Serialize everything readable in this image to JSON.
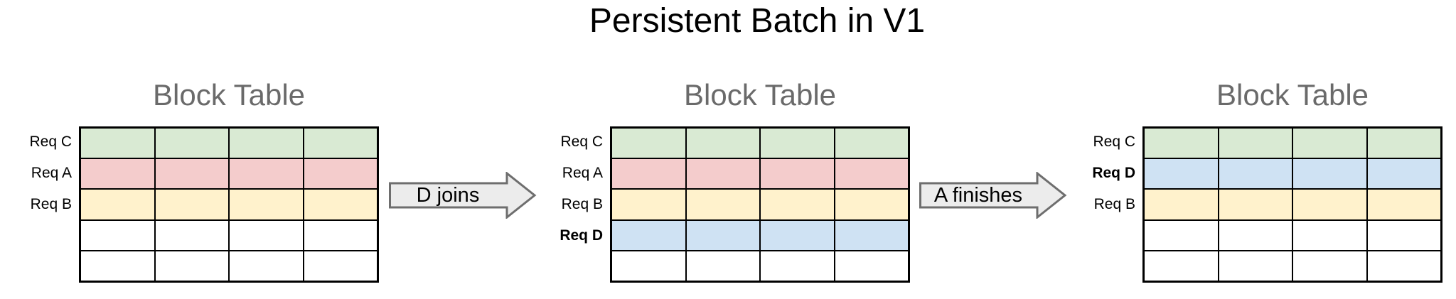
{
  "title": "Persistent Batch in V1",
  "tables": [
    {
      "title": "Block Table",
      "columns": 4,
      "rows": [
        {
          "label": "Req C",
          "bold": false,
          "color": "green"
        },
        {
          "label": "Req A",
          "bold": false,
          "color": "pink"
        },
        {
          "label": "Req B",
          "bold": false,
          "color": "yellow"
        },
        {
          "label": "",
          "bold": false,
          "color": "white"
        },
        {
          "label": "",
          "bold": false,
          "color": "white"
        }
      ]
    },
    {
      "title": "Block Table",
      "columns": 4,
      "rows": [
        {
          "label": "Req C",
          "bold": false,
          "color": "green"
        },
        {
          "label": "Req A",
          "bold": false,
          "color": "pink"
        },
        {
          "label": "Req B",
          "bold": false,
          "color": "yellow"
        },
        {
          "label": "Req D",
          "bold": true,
          "color": "blue"
        },
        {
          "label": "",
          "bold": false,
          "color": "white"
        }
      ]
    },
    {
      "title": "Block Table",
      "columns": 4,
      "rows": [
        {
          "label": "Req C",
          "bold": false,
          "color": "green"
        },
        {
          "label": "Req D",
          "bold": true,
          "color": "blue"
        },
        {
          "label": "Req B",
          "bold": false,
          "color": "yellow"
        },
        {
          "label": "",
          "bold": false,
          "color": "white"
        },
        {
          "label": "",
          "bold": false,
          "color": "white"
        }
      ]
    }
  ],
  "arrows": [
    {
      "label": "D joins"
    },
    {
      "label": "A finishes"
    }
  ],
  "colors": {
    "green": "#d9ead3",
    "pink": "#f4cccc",
    "yellow": "#fff2cc",
    "blue": "#cfe2f3",
    "white": "#ffffff",
    "table_border": "#000000",
    "arrow_fill": "#ececec",
    "arrow_border": "#6e6e6e",
    "title_gray": "#6a6a6a",
    "main_title_black": "#000000"
  }
}
